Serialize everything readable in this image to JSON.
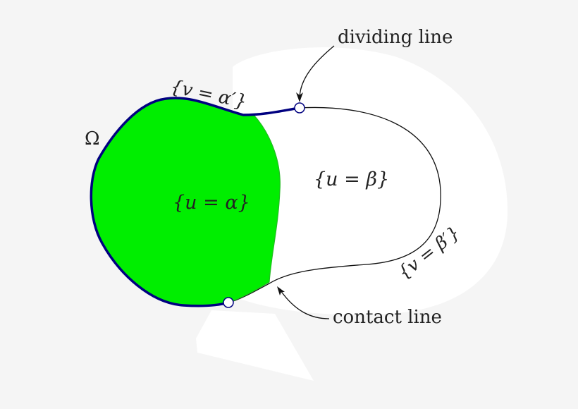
{
  "diagram": {
    "region_label": "Ω",
    "region_alpha_label": "{u = α}",
    "region_beta_label": "{u = β}",
    "boundary_alpha_label": "{v = α′}",
    "boundary_beta_label": "{v = β′}",
    "annotations": {
      "dividing_line": "dividing line",
      "contact_line": "contact line"
    },
    "colors": {
      "background": "#f5f5f5",
      "highlight_blob": "#ffffff",
      "alpha_region_fill": "#00ee00",
      "alpha_boundary_stroke": "#000080",
      "beta_boundary_stroke": "#111111",
      "marker_fill": "#ffffff",
      "text": "#222222"
    }
  }
}
